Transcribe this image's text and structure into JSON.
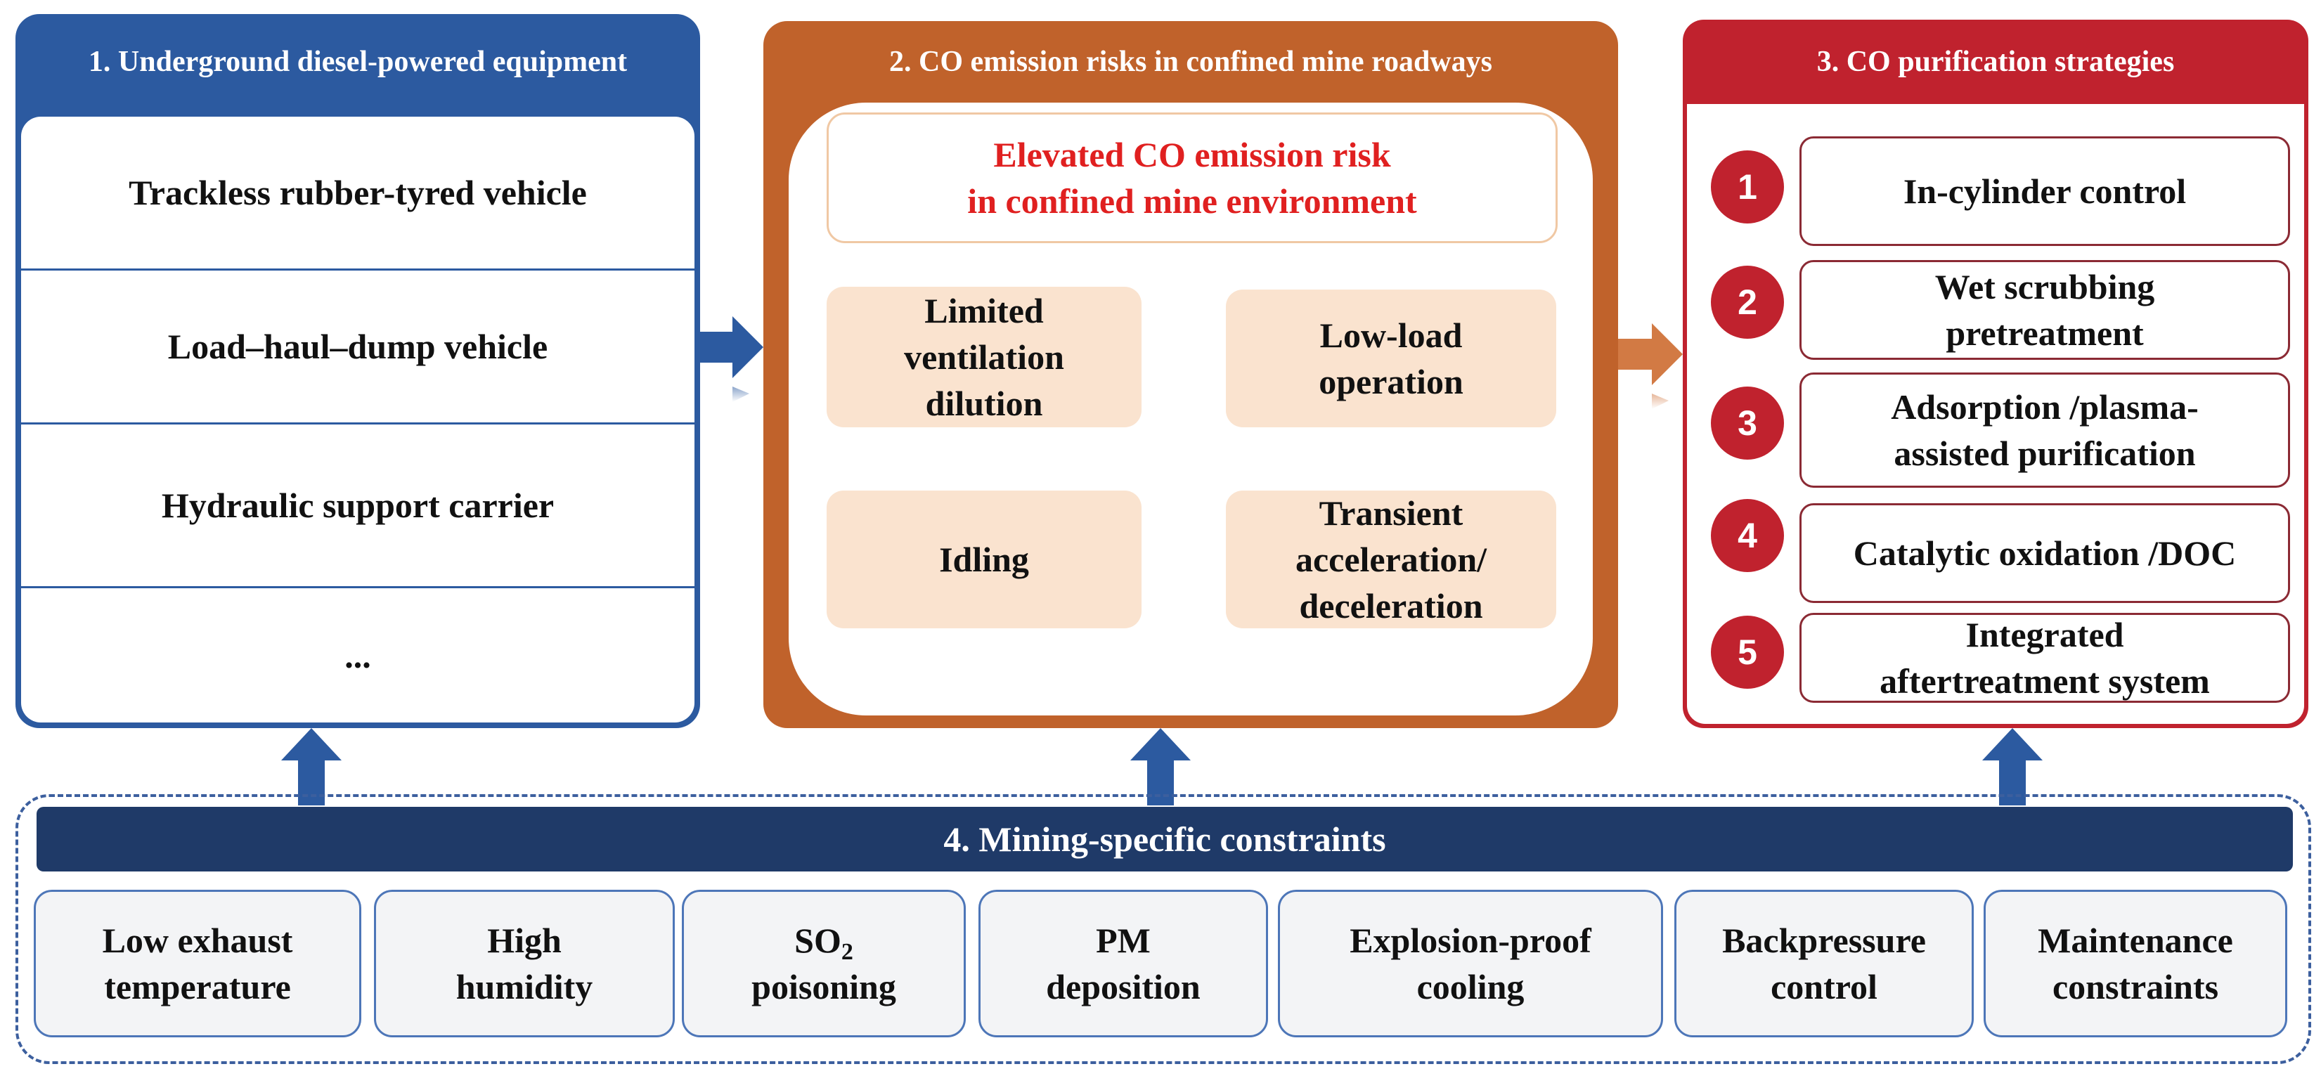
{
  "panel1": {
    "title": "1. Underground diesel-powered equipment",
    "items": [
      "Trackless rubber-tyred vehicle",
      "Load–haul–dump vehicle",
      "Hydraulic support carrier",
      "..."
    ]
  },
  "panel2": {
    "title": "2. CO emission risks in confined mine roadways",
    "risk": {
      "line1": "Elevated CO emission risk",
      "line2": "in confined mine environment"
    },
    "factors": [
      {
        "lines": [
          "Limited",
          "ventilation",
          "dilution"
        ]
      },
      {
        "lines": [
          "Low-load",
          "operation"
        ]
      },
      {
        "lines": [
          "Idling"
        ]
      },
      {
        "lines": [
          "Transient",
          "acceleration/",
          "deceleration"
        ]
      }
    ]
  },
  "panel3": {
    "title": "3. CO purification strategies",
    "strategies": [
      {
        "num": "1",
        "lines": [
          "In-cylinder control"
        ]
      },
      {
        "num": "2",
        "lines": [
          "Wet scrubbing",
          "pretreatment"
        ]
      },
      {
        "num": "3",
        "lines": [
          "Adsorption /plasma-",
          "assisted purification"
        ]
      },
      {
        "num": "4",
        "lines": [
          "Catalytic oxidation /DOC"
        ]
      },
      {
        "num": "5",
        "lines": [
          "Integrated",
          "aftertreatment system"
        ]
      }
    ]
  },
  "panel4": {
    "title": "4. Mining-specific constraints",
    "constraints": [
      {
        "lines": [
          "Low exhaust",
          "temperature"
        ]
      },
      {
        "lines": [
          "High",
          "humidity"
        ]
      },
      {
        "so2": {
          "base": "SO",
          "sub": "2"
        },
        "line2": "poisoning"
      },
      {
        "lines": [
          "PM",
          "deposition"
        ]
      },
      {
        "lines": [
          "Explosion-proof",
          "cooling"
        ]
      },
      {
        "lines": [
          "Backpressure",
          "control"
        ]
      },
      {
        "lines": [
          "Maintenance",
          "constraints"
        ]
      }
    ]
  },
  "colors": {
    "blue": "#2c5aa0",
    "orange": "#c0622b",
    "red": "#c0222e",
    "navy": "#1f3a68",
    "risk_text": "#e02020",
    "factor_fill": "#fae3cf"
  }
}
